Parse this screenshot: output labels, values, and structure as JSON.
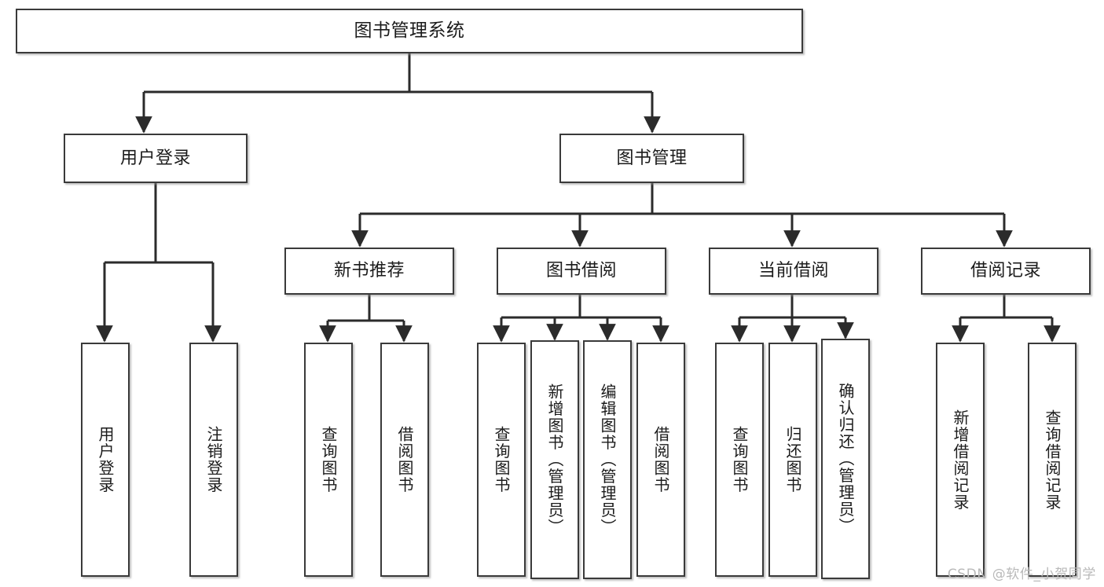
{
  "diagram": {
    "title": "图书管理系统",
    "type": "tree-hierarchy-chart",
    "watermark": "CSDN @软件_小贺同学",
    "colors": {
      "box_border": "#3a3a3a",
      "box_fill": "#ffffff",
      "edge": "#2b2b2b",
      "text": "#1b1b1b",
      "watermark": "#b9b9b9",
      "background": "#ffffff"
    },
    "nodes": {
      "root": {
        "label": "图书管理系统"
      },
      "user_login": {
        "label": "用户登录"
      },
      "book_manage": {
        "label": "图书管理"
      },
      "new_book_rec": {
        "label": "新书推荐"
      },
      "book_borrow": {
        "label": "图书借阅"
      },
      "current_borrow": {
        "label": "当前借阅"
      },
      "borrow_record": {
        "label": "借阅记录"
      },
      "leaf_user_login": {
        "label": "用户登录"
      },
      "leaf_logout": {
        "label": "注销登录"
      },
      "leaf_query_book_1": {
        "label": "查询图书"
      },
      "leaf_borrow_book_1": {
        "label": "借阅图书"
      },
      "leaf_query_book_2": {
        "label": "查询图书"
      },
      "leaf_add_book": {
        "label": "新增图书（管理员）"
      },
      "leaf_edit_book": {
        "label": "编辑图书（管理员）"
      },
      "leaf_borrow_book_2": {
        "label": "借阅图书"
      },
      "leaf_query_book_3": {
        "label": "查询图书"
      },
      "leaf_return_book": {
        "label": "归还图书"
      },
      "leaf_confirm_return": {
        "label": "确认归还（管理员）"
      },
      "leaf_add_record": {
        "label": "新增借阅记录"
      },
      "leaf_query_record": {
        "label": "查询借阅记录"
      }
    }
  }
}
